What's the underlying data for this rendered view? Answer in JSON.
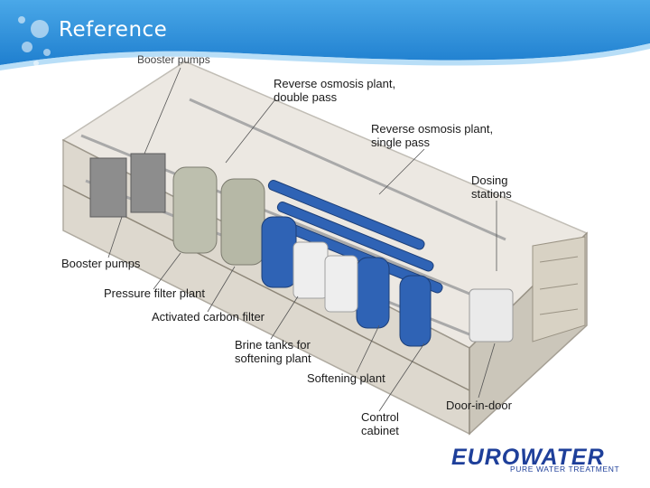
{
  "slide": {
    "title": "Reference"
  },
  "labels": [
    {
      "id": "booster-top",
      "text": "Booster pumps"
    },
    {
      "id": "ro-double",
      "text": "Reverse osmosis plant,\ndouble pass"
    },
    {
      "id": "ro-single",
      "text": "Reverse osmosis plant,\nsingle pass"
    },
    {
      "id": "dosing",
      "text": "Dosing\nstations"
    },
    {
      "id": "booster-left",
      "text": "Booster pumps"
    },
    {
      "id": "pressure-filter",
      "text": "Pressure filter plant"
    },
    {
      "id": "carbon-filter",
      "text": "Activated carbon filter"
    },
    {
      "id": "brine-tanks",
      "text": "Brine tanks for\nsoftening plant"
    },
    {
      "id": "softening",
      "text": "Softening plant"
    },
    {
      "id": "door",
      "text": "Door-in-door"
    },
    {
      "id": "control",
      "text": "Control\ncabinet"
    }
  ],
  "logo": {
    "name": "EUROWATER",
    "tagline": "PURE WATER TREATMENT"
  },
  "colors": {
    "header": "#2a8fd6",
    "brand": "#1e3f9a",
    "vessel_blue": "#2f63b5",
    "container": "#c9c2b4"
  }
}
